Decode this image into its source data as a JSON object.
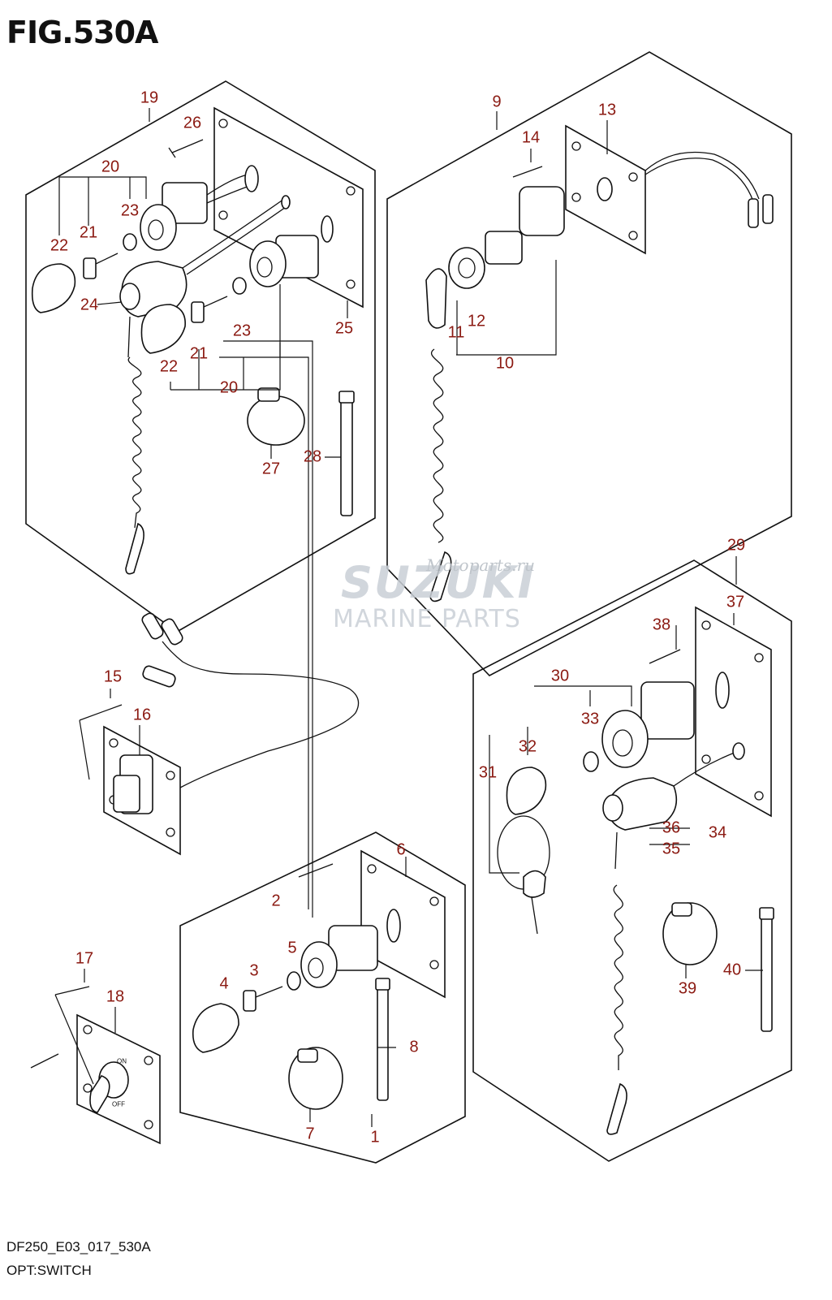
{
  "figure": {
    "title": "FIG.530A",
    "code": "DF250_E03_017_530A",
    "caption": "OPT:SWITCH"
  },
  "watermark": {
    "brand": "SUZUKI",
    "sub": "MARINE PARTS",
    "script": "Motoparts.ru"
  },
  "callouts": [
    {
      "id": "c1",
      "label": "1"
    },
    {
      "id": "c2",
      "label": "2"
    },
    {
      "id": "c3",
      "label": "3"
    },
    {
      "id": "c4",
      "label": "4"
    },
    {
      "id": "c5",
      "label": "5"
    },
    {
      "id": "c6",
      "label": "6"
    },
    {
      "id": "c7",
      "label": "7"
    },
    {
      "id": "c8",
      "label": "8"
    },
    {
      "id": "c9",
      "label": "9"
    },
    {
      "id": "c10",
      "label": "10"
    },
    {
      "id": "c11",
      "label": "11"
    },
    {
      "id": "c12",
      "label": "12"
    },
    {
      "id": "c13",
      "label": "13"
    },
    {
      "id": "c14",
      "label": "14"
    },
    {
      "id": "c15",
      "label": "15"
    },
    {
      "id": "c16",
      "label": "16"
    },
    {
      "id": "c17",
      "label": "17"
    },
    {
      "id": "c18",
      "label": "18"
    },
    {
      "id": "c19",
      "label": "19"
    },
    {
      "id": "c20a",
      "label": "20"
    },
    {
      "id": "c20b",
      "label": "20"
    },
    {
      "id": "c21a",
      "label": "21"
    },
    {
      "id": "c21b",
      "label": "21"
    },
    {
      "id": "c22a",
      "label": "22"
    },
    {
      "id": "c22b",
      "label": "22"
    },
    {
      "id": "c23a",
      "label": "23"
    },
    {
      "id": "c23b",
      "label": "23"
    },
    {
      "id": "c24",
      "label": "24"
    },
    {
      "id": "c25",
      "label": "25"
    },
    {
      "id": "c26",
      "label": "26"
    },
    {
      "id": "c27",
      "label": "27"
    },
    {
      "id": "c28",
      "label": "28"
    },
    {
      "id": "c29",
      "label": "29"
    },
    {
      "id": "c30",
      "label": "30"
    },
    {
      "id": "c31",
      "label": "31"
    },
    {
      "id": "c32",
      "label": "32"
    },
    {
      "id": "c33",
      "label": "33"
    },
    {
      "id": "c34",
      "label": "34"
    },
    {
      "id": "c35",
      "label": "35"
    },
    {
      "id": "c36",
      "label": "36"
    },
    {
      "id": "c37",
      "label": "37"
    },
    {
      "id": "c38",
      "label": "38"
    },
    {
      "id": "c39",
      "label": "39"
    },
    {
      "id": "c40",
      "label": "40"
    }
  ],
  "switch_labels": {
    "on": "ON",
    "off": "OFF"
  }
}
